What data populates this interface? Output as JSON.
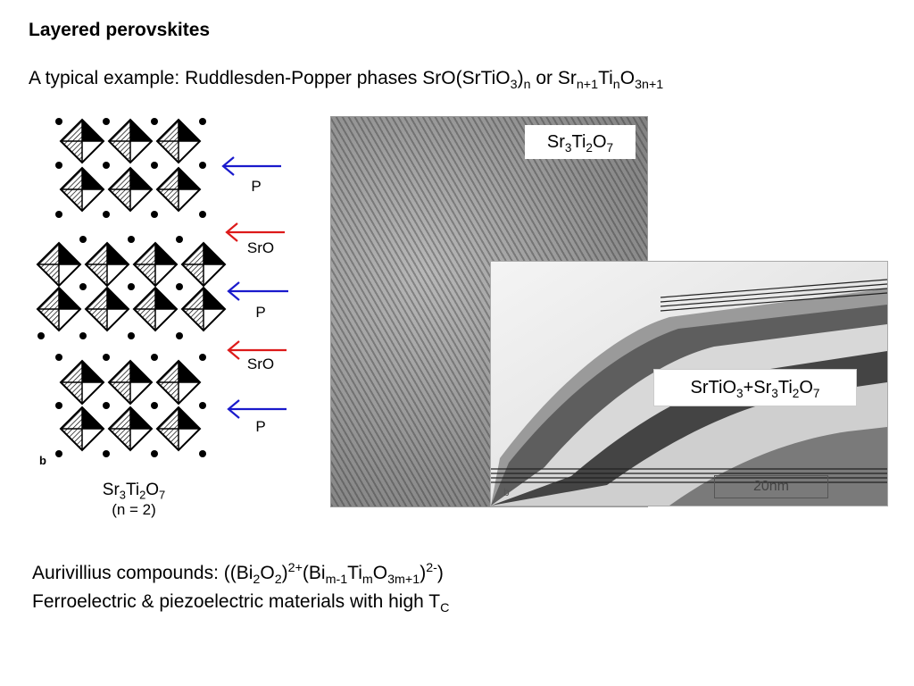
{
  "slide": {
    "title": "Layered perovskites",
    "subtitle": {
      "prefix": "A typical example: Ruddlesden-Popper phases  SrO(SrTiO",
      "s1": "3",
      "mid1": ")",
      "s2": "n",
      "mid2": " or Sr",
      "s3": "n+1",
      "mid3": "Ti",
      "s4": "n",
      "mid4": "O",
      "s5": "3n+1"
    }
  },
  "structure": {
    "panel_letter": "b",
    "layer_labels": [
      "P",
      "SrO",
      "P",
      "SrO",
      "P"
    ],
    "caption": {
      "a": "Sr",
      "s1": "3",
      "b": "Ti",
      "s2": "2",
      "c": "O",
      "s3": "7",
      "n": "(n = 2)"
    },
    "colors": {
      "p_arrow": "#1a1acc",
      "sro_arrow": "#dd1a1a"
    }
  },
  "tem": {
    "label1": {
      "a": "Sr",
      "s1": "3",
      "b": "Ti",
      "s2": "2",
      "c": "O",
      "s3": "7"
    },
    "label2": {
      "a": "SrTiO",
      "s1": "3",
      "b": "+Sr",
      "s2": "3",
      "c": "Ti",
      "s3": "2",
      "d": "O",
      "s4": "7"
    },
    "panel_letter": "b",
    "scale_bar": "20nm"
  },
  "bottom": {
    "line1": {
      "a": "Aurivillius compounds: ((Bi",
      "s1": "2",
      "b": "O",
      "s2": "2",
      "c": ")",
      "p1": "2+",
      "d": "(Bi",
      "s3": "m-1",
      "e": "Ti",
      "s4": "m",
      "f": "O",
      "s5": "3m+1",
      "g": ")",
      "p2": "2-",
      "h": ")"
    },
    "line2": {
      "a": "Ferroelectric & piezoelectric materials with high T",
      "s1": "C"
    }
  }
}
